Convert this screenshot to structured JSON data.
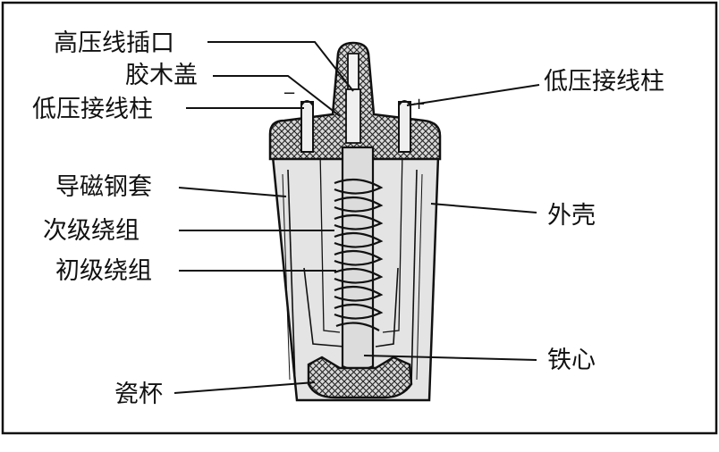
{
  "labels": {
    "hv_socket": "高压线插口",
    "bakelite_cap": "胶木盖",
    "lv_terminal_left": "低压接线柱",
    "lv_terminal_right": "低压接线柱",
    "magnetic_sleeve": "导磁钢套",
    "secondary_winding": "次级绕组",
    "primary_winding": "初级绕组",
    "porcelain_cup": "瓷杯",
    "housing": "外壳",
    "iron_core": "铁心"
  },
  "polarity": {
    "minus": "−",
    "plus": "+"
  },
  "colors": {
    "ink": "#111111",
    "shell": "#e6e6e6",
    "insulation": "#cfcfcf",
    "core": "#d9d9d9"
  }
}
